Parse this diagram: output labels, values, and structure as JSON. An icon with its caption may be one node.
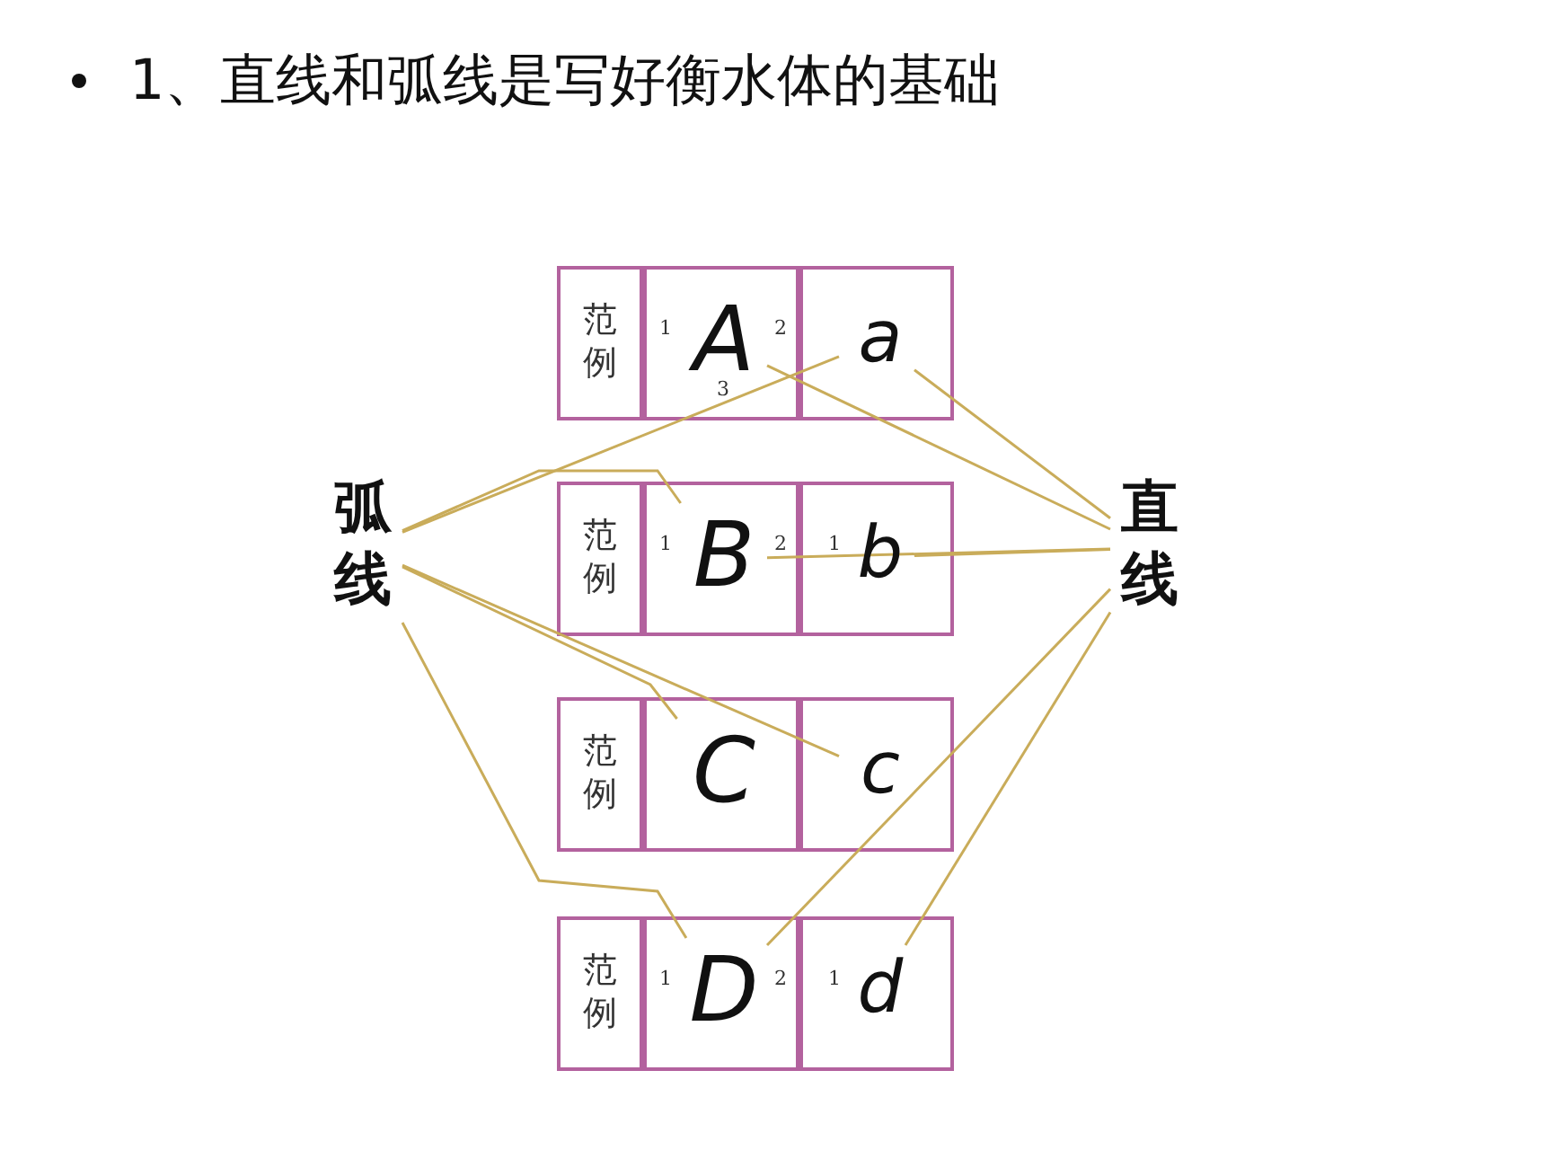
{
  "diagram": {
    "title": "1、直线和弧线是写好衡水体的基础",
    "nodes": [
      {
        "text": [
          "弧线"
        ]
      },
      {
        "text": [
          "范例"
        ]
      },
      {
        "text": [],
        "shape": "box"
      },
      {
        "text": [
          "1",
          "A",
          "2",
          "3"
        ],
        "in": 2
      },
      {
        "text": [],
        "shape": "box"
      },
      {
        "text": [
          "a"
        ],
        "in": 4
      },
      {
        "text": [
          "范例"
        ]
      },
      {
        "text": [],
        "shape": "box"
      },
      {
        "text": [
          "1",
          "B",
          "2"
        ],
        "in": 7
      },
      {
        "text": [],
        "shape": "box"
      },
      {
        "text": [
          "1",
          "b"
        ],
        "in": 9
      },
      {
        "text": [
          "范例"
        ]
      },
      {
        "text": [],
        "shape": "box"
      },
      {
        "text": [
          "C"
        ],
        "in": 12
      },
      {
        "text": [],
        "shape": "box"
      },
      {
        "text": [
          "c"
        ],
        "in": 14
      },
      {
        "text": [
          "范例"
        ]
      },
      {
        "text": [],
        "shape": "box"
      },
      {
        "text": [
          "1",
          "D",
          "2"
        ],
        "in": 17
      },
      {
        "text": [],
        "shape": "box"
      },
      {
        "text": [
          "1",
          "d"
        ],
        "in": 19
      },
      {
        "text": [
          "直线"
        ]
      }
    ],
    "edges": [
      {
        "from": 0,
        "to": 5,
        "arrow": "none"
      },
      {
        "from": 0,
        "to": 8,
        "arrow": "none"
      },
      {
        "from": 0,
        "to": 13,
        "arrow": "none"
      },
      {
        "from": 0,
        "to": 15,
        "arrow": "none"
      },
      {
        "from": 0,
        "to": 18,
        "arrow": "none"
      },
      {
        "from": 21,
        "to": 3,
        "arrow": "none"
      },
      {
        "from": 21,
        "to": 5,
        "arrow": "none"
      },
      {
        "from": 21,
        "to": 8,
        "arrow": "none"
      },
      {
        "from": 21,
        "to": 10,
        "arrow": "none"
      },
      {
        "from": 21,
        "to": 18,
        "arrow": "none"
      },
      {
        "from": 21,
        "to": 20,
        "arrow": "none"
      }
    ]
  }
}
